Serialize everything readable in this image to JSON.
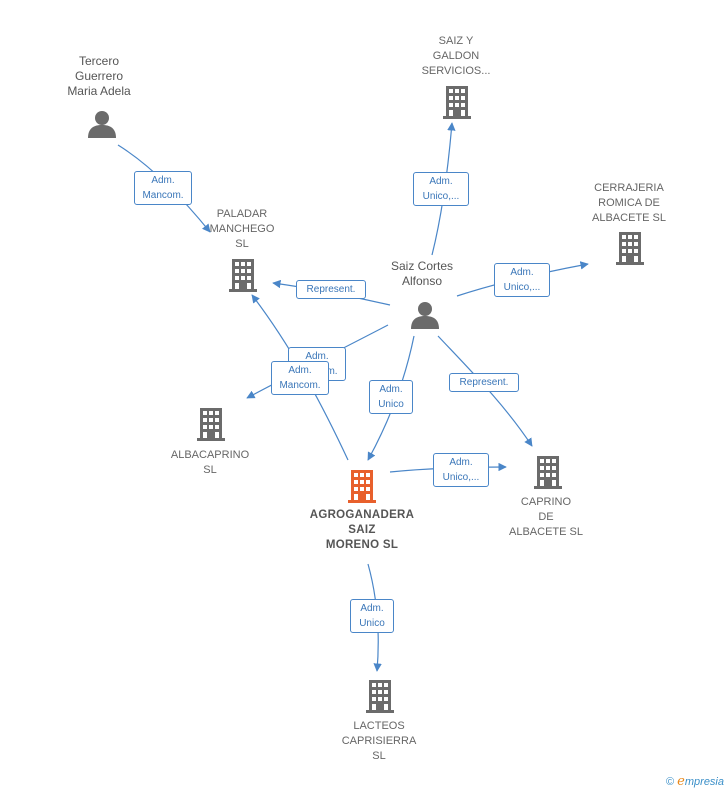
{
  "nodes": {
    "tercero": {
      "label": "Tercero\nGuerrero\nMaria Adela",
      "kind": "person"
    },
    "saiz_cortes": {
      "label": "Saiz Cortes\nAlfonso",
      "kind": "person"
    },
    "saiz_galdon": {
      "label": "SAIZ Y\nGALDON\nSERVICIOS...",
      "kind": "company"
    },
    "cerrajeria": {
      "label": "CERRAJERIA\nROMICA DE\nALBACETE  SL",
      "kind": "company"
    },
    "paladar": {
      "label": "PALADAR\nMANCHEGO\nSL",
      "kind": "company"
    },
    "albacaprino": {
      "label": "ALBACAPRINO\nSL",
      "kind": "company"
    },
    "agroganadera": {
      "label": "AGROGANADERA\nSAIZ\nMORENO  SL",
      "kind": "company-main"
    },
    "caprino": {
      "label": "CAPRINO\nDE\nALBACETE  SL",
      "kind": "company"
    },
    "lacteos": {
      "label": "LACTEOS\nCAPRISIERRA\nSL",
      "kind": "company"
    }
  },
  "edges": {
    "e1": "Adm.\nMancom.",
    "e2": "Adm.\nUnico,...",
    "e3": "Adm.\nUnico,...",
    "e4": "Represent.",
    "e5": "Adm.\nMancom.",
    "e6": "Adm.\nMancom.",
    "e7": "Adm.\nUnico",
    "e8": "Represent.",
    "e9": "Adm.\nUnico,...",
    "e10": "Adm.\nUnico"
  },
  "colors": {
    "edge": "#4a86c8",
    "node_gray": "#6b6b6b",
    "node_main": "#e8602c"
  },
  "footer": {
    "copyright": "©",
    "brand_initial": "e",
    "brand_rest": "mpresia"
  }
}
